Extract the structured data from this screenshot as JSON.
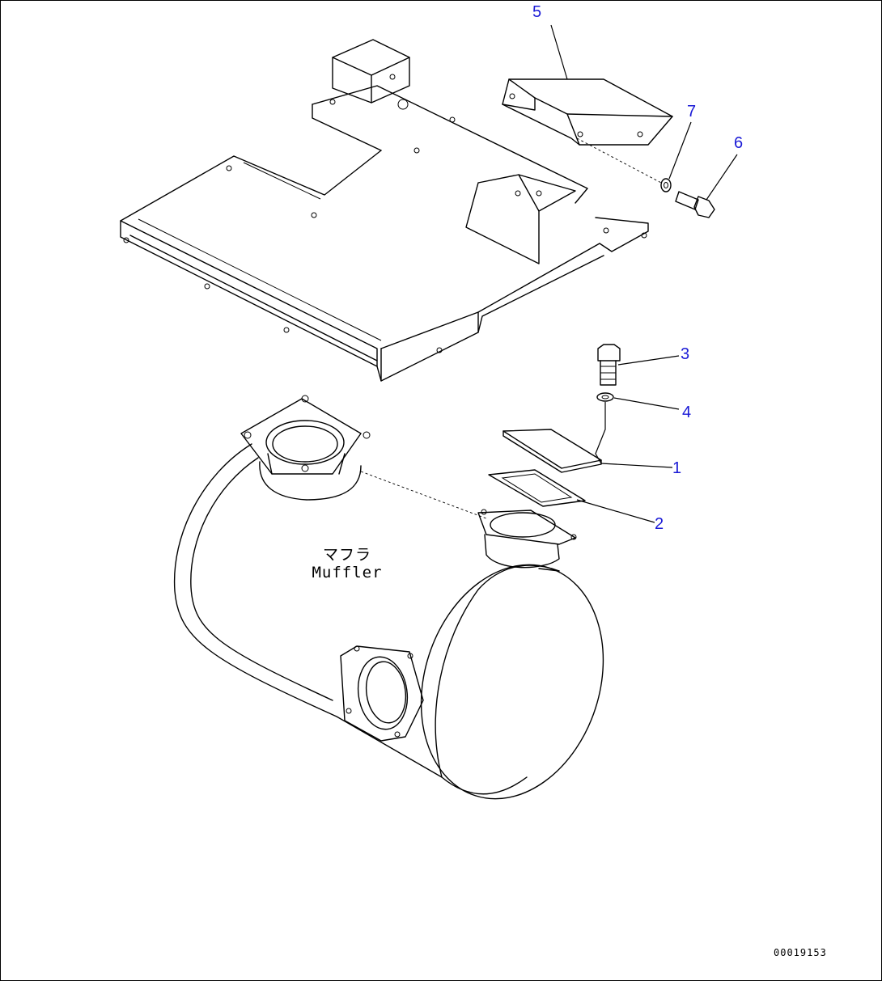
{
  "callouts": [
    {
      "id": "1",
      "label": "1"
    },
    {
      "id": "2",
      "label": "2"
    },
    {
      "id": "3",
      "label": "3"
    },
    {
      "id": "4",
      "label": "4"
    },
    {
      "id": "5",
      "label": "5"
    },
    {
      "id": "6",
      "label": "6"
    },
    {
      "id": "7",
      "label": "7"
    }
  ],
  "muffler": {
    "label_jp": "マフラ",
    "label_en": "Muffler"
  },
  "drawing_code": "00019153",
  "colors": {
    "callout": "#1a1ad6",
    "line": "#000000",
    "background": "#ffffff"
  }
}
